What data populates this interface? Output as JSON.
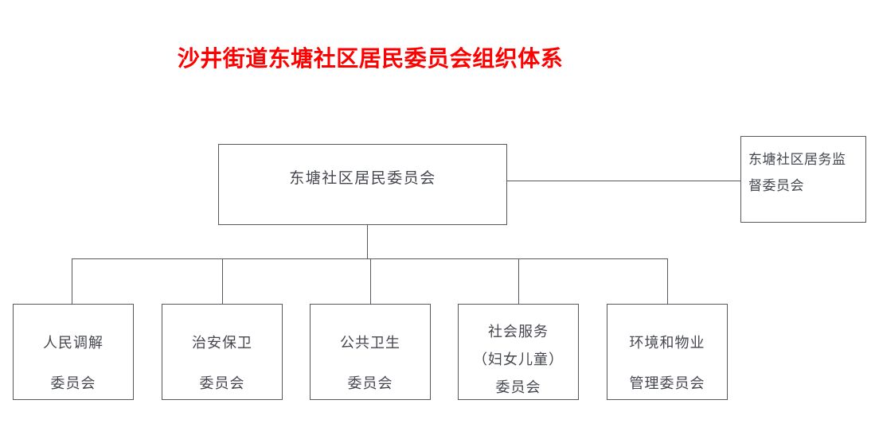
{
  "title": {
    "text": "沙井街道东塘社区居民委员会组织体系",
    "color": "#ff0000"
  },
  "colors": {
    "title": "#ff0000",
    "box_border": "#55585f",
    "box_text": "#44474e",
    "connector": "#55585f",
    "background": "#ffffff"
  },
  "chart_data": {
    "type": "diagram",
    "diagram_type": "organization-chart",
    "title": "沙井街道东塘社区居民委员会组织体系",
    "root": {
      "id": "root",
      "label": "东塘社区居民委员会",
      "lines": [
        "东塘社区居民委员会"
      ]
    },
    "side_node": {
      "id": "supervision",
      "label": "东塘社区居务监督委员会",
      "lines": [
        "东塘社区居务监",
        "督委员会"
      ],
      "relation": "lateral",
      "attached_to": "root"
    },
    "children": [
      {
        "id": "mediation",
        "label": "人民调解委员会",
        "lines": [
          "人民调解",
          "委员会"
        ]
      },
      {
        "id": "public-security",
        "label": "治安保卫委员会",
        "lines": [
          "治安保卫",
          "委员会"
        ]
      },
      {
        "id": "public-health",
        "label": "公共卫生委员会",
        "lines": [
          "公共卫生",
          "委员会"
        ]
      },
      {
        "id": "social-service",
        "label": "社会服务（妇女儿童）委员会",
        "lines": [
          "社会服务",
          "（妇女儿童）",
          "委员会"
        ]
      },
      {
        "id": "environment-property",
        "label": "环境和物业管理委员会",
        "lines": [
          "环境和物业",
          "管理委员会"
        ]
      }
    ]
  }
}
